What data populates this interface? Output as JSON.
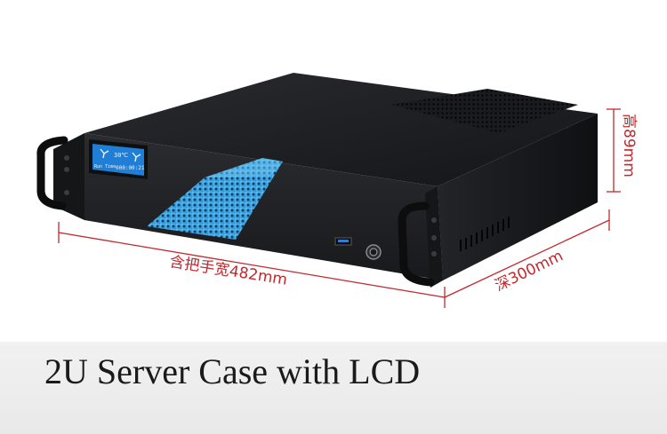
{
  "caption": "2U Server Case with LCD",
  "dimensions": {
    "width_label": "含把手宽482mm",
    "depth_label": "深300mm",
    "height_label": "高89mm"
  },
  "lcd": {
    "line1": "30℃",
    "line2_left": "Run Time",
    "line2_right": "000:00:21"
  },
  "colors": {
    "dimension_lines": "#c0282d",
    "chassis": "#1e1f22",
    "accent_panel": "#3aa3e3",
    "lcd_screen": "#1f7fd6",
    "caption_bar": "#ececec"
  },
  "icons": [
    "fan-icon",
    "usb-port-icon",
    "power-button-icon"
  ]
}
